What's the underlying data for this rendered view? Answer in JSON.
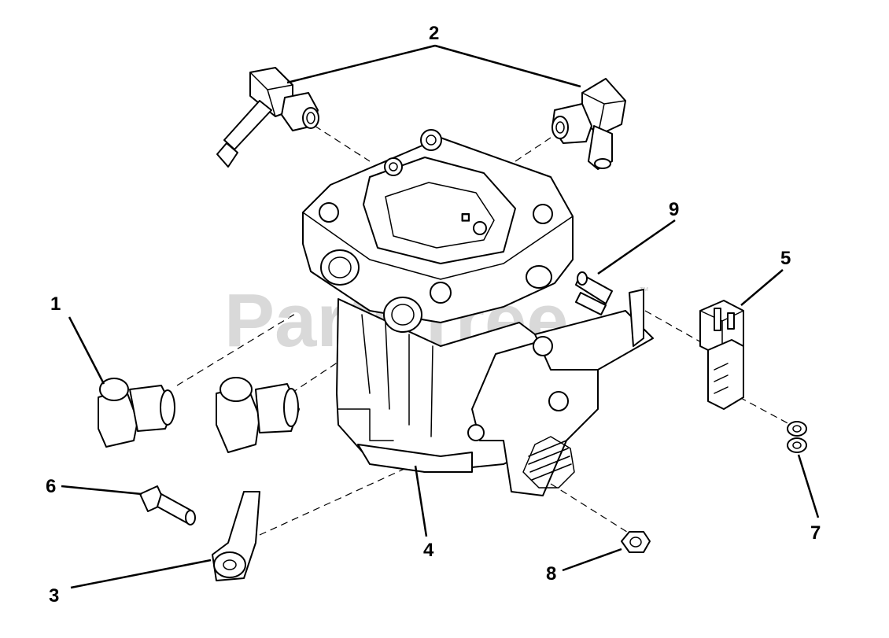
{
  "watermark": {
    "text": "PartsTree",
    "trademark": "™"
  },
  "callouts": [
    {
      "id": "1",
      "label": "1"
    },
    {
      "id": "2",
      "label": "2"
    },
    {
      "id": "3",
      "label": "3"
    },
    {
      "id": "4",
      "label": "4"
    },
    {
      "id": "5",
      "label": "5"
    },
    {
      "id": "6",
      "label": "6"
    },
    {
      "id": "7",
      "label": "7"
    },
    {
      "id": "8",
      "label": "8"
    },
    {
      "id": "9",
      "label": "9"
    }
  ],
  "colors": {
    "line": "#000000",
    "background": "#ffffff",
    "watermark": "#d9d9d9"
  }
}
